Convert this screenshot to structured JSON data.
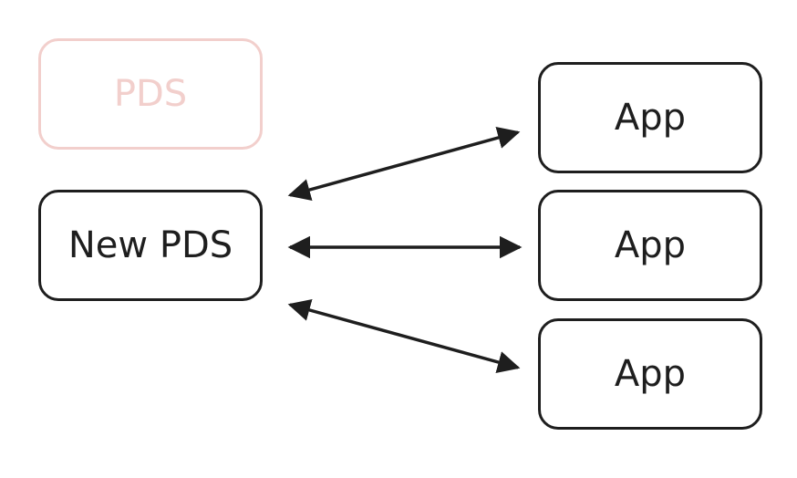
{
  "diagram": {
    "old_pds": {
      "label": "PDS",
      "color": "#f2cfcc"
    },
    "new_pds": {
      "label": "New PDS",
      "color": "#1e1e1e"
    },
    "apps": [
      {
        "label": "App"
      },
      {
        "label": "App"
      },
      {
        "label": "App"
      }
    ],
    "connections": [
      {
        "from": "new_pds",
        "to": "apps.0",
        "style": "bidirectional-arrow"
      },
      {
        "from": "new_pds",
        "to": "apps.1",
        "style": "bidirectional-arrow"
      },
      {
        "from": "new_pds",
        "to": "apps.2",
        "style": "bidirectional-arrow"
      }
    ]
  }
}
